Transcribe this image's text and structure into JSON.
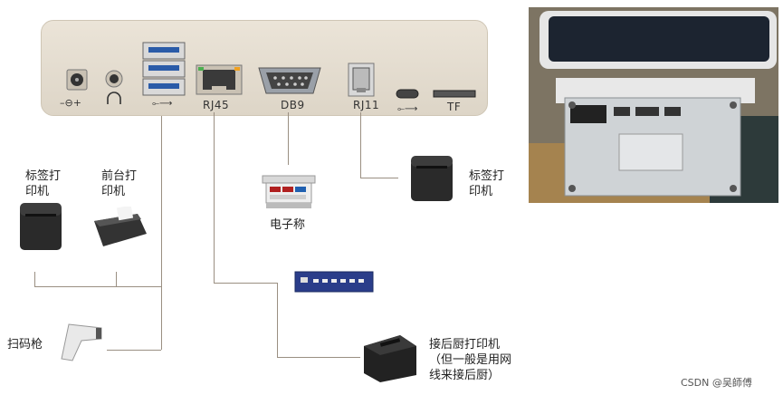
{
  "panel": {
    "ports": {
      "usb": "",
      "rj45": "RJ45",
      "db9": "DB9",
      "rj11": "RJ11",
      "tf": "TF"
    }
  },
  "devices": {
    "label_printer_left": "标签打\n印机",
    "front_printer": "前台打\n印机",
    "scanner": "扫码枪",
    "scale": "电子称",
    "label_printer_right": "标签打\n印机",
    "kitchen_printer": "接后厨打印机\n（但一般是用网\n线来接后厨）"
  },
  "watermark": "CSDN @吴師傅"
}
